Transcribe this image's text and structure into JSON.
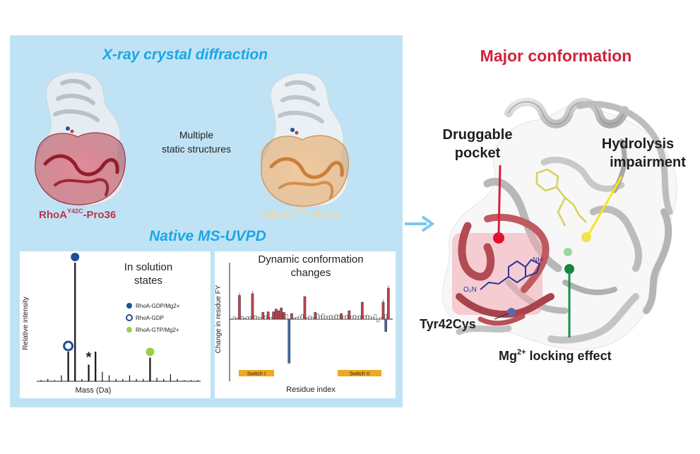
{
  "left_panel": {
    "xray_title": "X-ray crystal diffraction",
    "middle_label_line1": "Multiple",
    "middle_label_line2": "static structures",
    "structure_left_name": "RhoA",
    "structure_left_sup": "Y42C",
    "structure_left_suffix": "-Pro36",
    "structure_right_name": "RhoA",
    "structure_right_sup": "Y42C",
    "structure_right_suffix": "-Thr37",
    "native_title": "Native MS-UVPD"
  },
  "spectrum": {
    "title_line1": "In solution",
    "title_line2": "states",
    "ylabel": "Relative intensity",
    "xlabel": "Mass (Da)",
    "legend": [
      {
        "label": "RhoA-GDP/Mg2+",
        "color": "#1f4e96",
        "filled": true
      },
      {
        "label": "RhoA-GDP",
        "color": "#1f4e96",
        "filled": false
      },
      {
        "label": "RhoA-GTP/Mg2+",
        "color": "#9ccf45",
        "filled": true
      }
    ],
    "asterisk": "*"
  },
  "residue_chart": {
    "title_line1": "Dynamic conformation",
    "title_line2": "changes",
    "ylabel": "Change in residue FY",
    "xlabel": "Residue index",
    "switch1": "Switch I",
    "switch2": "Switch II"
  },
  "right_panel": {
    "title": "Major conformation",
    "druggable_line1": "Druggable",
    "druggable_line2": "pocket",
    "hydrolysis_line1": "Hydrolysis",
    "hydrolysis_line2": "impairment",
    "tyr_label": "Tyr42Cys",
    "mg_label_prefix": "Mg",
    "mg_label_sup": "2+",
    "mg_label_suffix": " locking effect",
    "nh_label": "NH",
    "o2n_label": "O₂N"
  },
  "colors": {
    "panel_bg": "#bfe3f5",
    "blue_title": "#1aa6e6",
    "red_title": "#d0223a",
    "positive_bar": "#c0444f",
    "negative_bar": "#3e6aa8",
    "switch_bar": "#f0a81e",
    "arrow": "#7cc7ee",
    "druggable_line": "#d0223a",
    "hydrolysis_line": "#f5e81a",
    "mg_line": "#12924a"
  },
  "chart_data": [
    {
      "type": "bar",
      "title": "In solution states",
      "xlabel": "Mass (Da)",
      "ylabel": "Relative intensity",
      "x": [
        1,
        2,
        3,
        4,
        5,
        6,
        7,
        8,
        9,
        10,
        11,
        12,
        13,
        14,
        15,
        16,
        17,
        18,
        19,
        20,
        21,
        22,
        23,
        24
      ],
      "values": [
        0.01,
        0.02,
        0.01,
        0.05,
        0.25,
        1.0,
        0.02,
        0.14,
        0.25,
        0.08,
        0.05,
        0.02,
        0.02,
        0.05,
        0.02,
        0.02,
        0.2,
        0.03,
        0.02,
        0.06,
        0.02,
        0.01,
        0.01,
        0.01
      ],
      "markers": [
        {
          "series": "RhoA-GDP/Mg2+",
          "x": 6,
          "y": 1.0
        },
        {
          "series": "RhoA-GDP",
          "x": 5,
          "y": 0.25
        },
        {
          "series": "RhoA-GTP/Mg2+",
          "x": 17,
          "y": 0.2
        }
      ]
    },
    {
      "type": "bar",
      "title": "Dynamic conformation changes",
      "xlabel": "Residue index",
      "ylabel": "Change in residue FY",
      "ylim": [
        -1,
        1
      ],
      "x": [
        1,
        2,
        3,
        4,
        5,
        6,
        7,
        8,
        9,
        10,
        11,
        12,
        13,
        14,
        15,
        16,
        17,
        18,
        19,
        20,
        21,
        22,
        23,
        24,
        25,
        26,
        27,
        28,
        29,
        30,
        31,
        32,
        33,
        34,
        35,
        36,
        37,
        38,
        39,
        40,
        41,
        42,
        43,
        44,
        45,
        46,
        47,
        48,
        49,
        50,
        51,
        52,
        53,
        54,
        55,
        56,
        57,
        58,
        59,
        60
      ],
      "values": [
        0.04,
        0.02,
        0.42,
        0.05,
        0.02,
        0.04,
        0.04,
        0.45,
        0.06,
        0.04,
        0.03,
        0.12,
        0.06,
        0.13,
        0.03,
        0.13,
        0.18,
        0.15,
        0.2,
        0.12,
        0.08,
        -0.78,
        0.1,
        0.02,
        0.03,
        0.05,
        0.08,
        0.4,
        0.03,
        0.06,
        0.03,
        0.12,
        0.09,
        0.06,
        0.09,
        0.05,
        0.05,
        0.07,
        0.05,
        0.08,
        0.07,
        0.1,
        0.05,
        0.07,
        0.15,
        0.05,
        0.07,
        0.05,
        0.06,
        0.3,
        0.06,
        0.07,
        0.05,
        0.03,
        0.08,
        -0.05,
        0.03,
        0.3,
        0.08,
        0.55
      ],
      "extra_values": [
        {
          "x": 59,
          "value": -0.22
        }
      ]
    }
  ]
}
